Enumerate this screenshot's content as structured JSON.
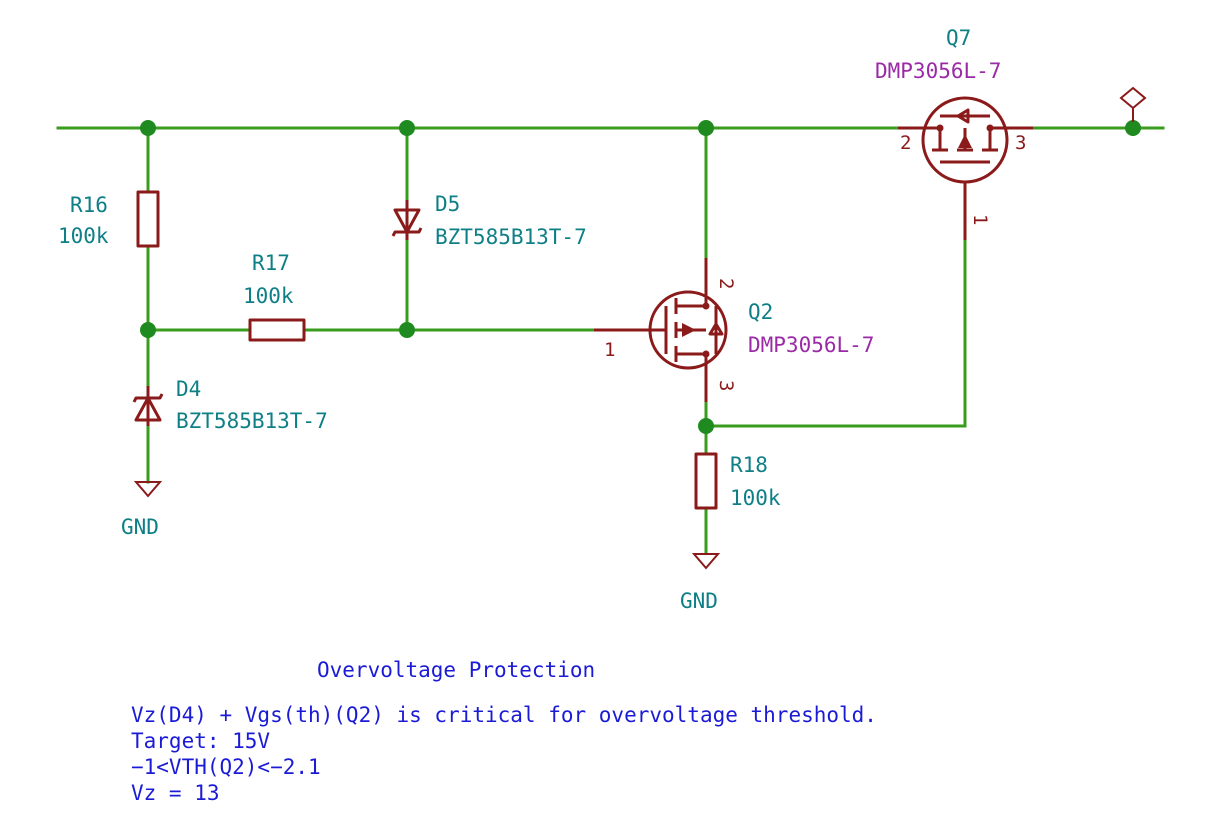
{
  "components": {
    "R16": {
      "ref": "R16",
      "value": "100k"
    },
    "R17": {
      "ref": "R17",
      "value": "100k"
    },
    "R18": {
      "ref": "R18",
      "value": "100k"
    },
    "D4": {
      "ref": "D4",
      "value": "BZT585B13T-7"
    },
    "D5": {
      "ref": "D5",
      "value": "BZT585B13T-7"
    },
    "Q2": {
      "ref": "Q2",
      "value": "DMP3056L-7",
      "pins": {
        "gate": "1",
        "drain": "2",
        "source": "3"
      }
    },
    "Q7": {
      "ref": "Q7",
      "value": "DMP3056L-7",
      "pins": {
        "gate": "1",
        "drain": "2",
        "source": "3"
      }
    }
  },
  "power": {
    "gnd_left": "GND",
    "gnd_right": "GND"
  },
  "note": {
    "title": "Overvoltage Protection",
    "lines": [
      "Vz(D4) + Vgs(th)(Q2) is critical for overvoltage threshold.",
      "Target: 15V",
      "−1<VTH(Q2)<−2.1",
      "Vz = 13"
    ]
  },
  "colors": {
    "wire": "#3a9c1e",
    "junction": "#1f8a1f",
    "symbol": "#8b1a1a",
    "reference": "#0e7f86",
    "mosfet_value": "#9a2aa6",
    "note_text": "#1b1bd6"
  }
}
